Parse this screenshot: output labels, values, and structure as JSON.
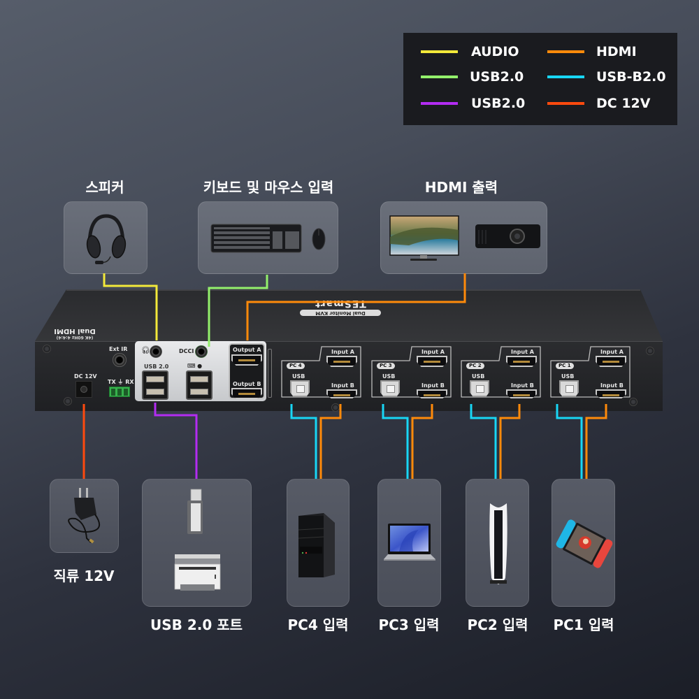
{
  "legend": {
    "items": [
      {
        "label": "AUDIO",
        "color": "#f3e93a"
      },
      {
        "label": "USB2.0",
        "color": "#93f06b"
      },
      {
        "label": "USB2.0",
        "color": "#b32cf2"
      },
      {
        "label": "HDMI",
        "color": "#ff8a0a"
      },
      {
        "label": "USB-B2.0",
        "color": "#18d6f5"
      },
      {
        "label": "DC 12V",
        "color": "#ff4a0e"
      }
    ]
  },
  "top_devices": {
    "speaker": {
      "label": "스피커",
      "icon": "headset-icon"
    },
    "keyboard_mouse": {
      "label": "키보드 및 마우스 입력",
      "icon": "keyboard-mouse-icon"
    },
    "hdmi_out": {
      "label": "HDMI 출력",
      "icon": "monitor-projector-icon"
    }
  },
  "bottom_devices": {
    "power": {
      "label": "직류 12V",
      "icon": "power-adapter-icon"
    },
    "usb_port": {
      "label": "USB 2.0 포트",
      "icon": "usb-drive-printer-icon"
    },
    "pc4": {
      "label": "PC4 입력",
      "icon": "desktop-tower-icon"
    },
    "pc3": {
      "label": "PC3 입력",
      "icon": "laptop-icon"
    },
    "pc2": {
      "label": "PC2 입력",
      "icon": "game-console-icon"
    },
    "pc1": {
      "label": "PC1 입력",
      "icon": "handheld-console-icon"
    }
  },
  "kvm": {
    "brand": "TESmart",
    "brand_sub": "Dual Monitor KVM",
    "model_text": "Dual HDMI",
    "model_sub": "(4K 60Hz 4:4:4)",
    "dc_label": "DC 12V",
    "ext_ir_label": "Ext IR",
    "txrx_label": "TX ⏚ RX",
    "usb20_label": "USB 2.0",
    "dcci_label": "DCCI",
    "output_a": "Output A",
    "output_b": "Output B",
    "pc_groups": [
      {
        "tag": "PC 4",
        "usb": "USB",
        "input_a": "Input A",
        "input_b": "Input B"
      },
      {
        "tag": "PC 3",
        "usb": "USB",
        "input_a": "Input A",
        "input_b": "Input B"
      },
      {
        "tag": "PC 2",
        "usb": "USB",
        "input_a": "Input A",
        "input_b": "Input B"
      },
      {
        "tag": "PC 1",
        "usb": "USB",
        "input_a": "Input A",
        "input_b": "Input B"
      }
    ]
  }
}
